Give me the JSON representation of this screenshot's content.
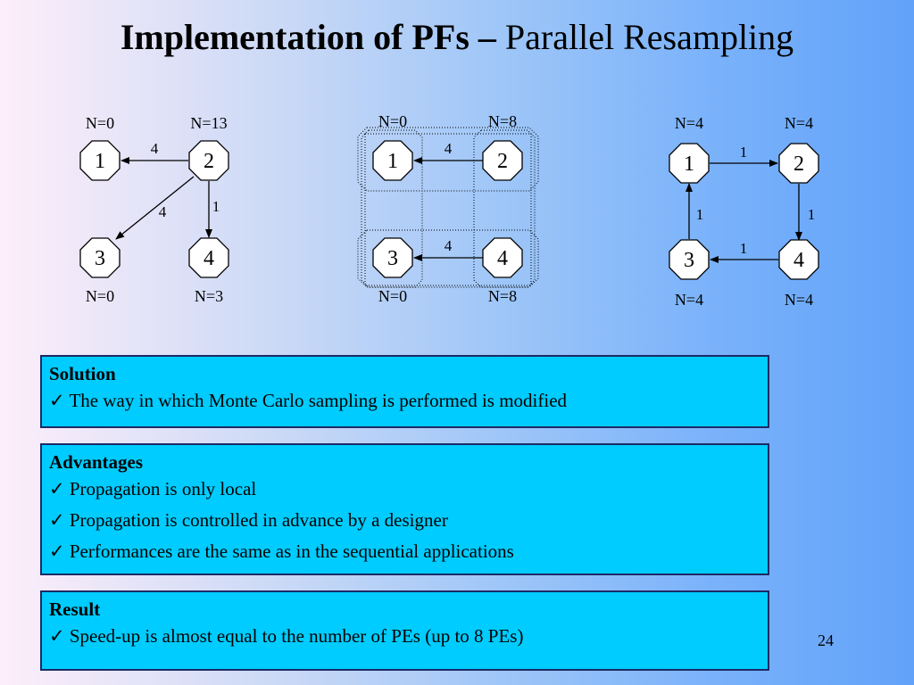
{
  "slide": {
    "title_bold": "Implementation of PFs –",
    "title_rest": "Parallel Resampling",
    "number": "24"
  },
  "diagrams": [
    {
      "nodes": [
        "1",
        "2",
        "3",
        "4"
      ],
      "counts": [
        "N=0",
        "N=13",
        "N=0",
        "N=3"
      ],
      "edges": [
        {
          "from": "2",
          "to": "1",
          "label": "4"
        },
        {
          "from": "2",
          "to": "3",
          "label": "4"
        },
        {
          "from": "2",
          "to": "4",
          "label": "1"
        }
      ]
    },
    {
      "nodes": [
        "1",
        "2",
        "3",
        "4"
      ],
      "counts": [
        "N=0",
        "N=8",
        "N=0",
        "N=8"
      ],
      "edges": [
        {
          "from": "2",
          "to": "1",
          "label": "4"
        },
        {
          "from": "4",
          "to": "3",
          "label": "4"
        }
      ]
    },
    {
      "nodes": [
        "1",
        "2",
        "3",
        "4"
      ],
      "counts": [
        "N=4",
        "N=4",
        "N=4",
        "N=4"
      ],
      "edges": [
        {
          "from": "1",
          "to": "2",
          "label": "1"
        },
        {
          "from": "2",
          "to": "4",
          "label": "1"
        },
        {
          "from": "4",
          "to": "3",
          "label": "1"
        },
        {
          "from": "3",
          "to": "1",
          "label": "1"
        }
      ]
    }
  ],
  "solution": {
    "heading": "Solution",
    "items": [
      "The way in which Monte Carlo sampling is performed is modified"
    ]
  },
  "advantages": {
    "heading": "Advantages",
    "items": [
      "Propagation is only local",
      "Propagation is controlled in advance by a designer",
      "Performances are the same as in the sequential applications"
    ]
  },
  "result": {
    "heading": "Result",
    "items": [
      "Speed-up is almost equal to the number of PEs (up to 8 PEs)"
    ]
  },
  "check_mark": "✓"
}
